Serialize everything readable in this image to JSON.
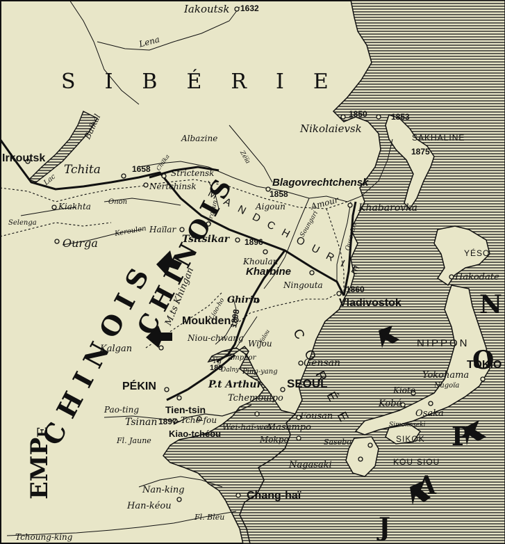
{
  "regions": {
    "siberie": [
      "S",
      "I",
      "B",
      "É",
      "R",
      "I",
      "E"
    ],
    "mandchourie": [
      "M",
      "A",
      "N",
      "D",
      "C",
      "H",
      "O",
      "U",
      "R",
      "I",
      "E"
    ],
    "coree": [
      "C",
      "O",
      "R",
      "É",
      "E"
    ],
    "empire_chinois": {
      "a": "EMP",
      "b": "E",
      "c": "CHINOIS"
    },
    "japon": [
      "J",
      "A",
      "P",
      "O",
      "N"
    ]
  },
  "islands": {
    "sakhaline": "SAKHALINE",
    "yeso": "YÉSO",
    "nippon": "NIPPON",
    "sikok": "SIKOK",
    "kou_siou": "KOU-SIOU"
  },
  "cities_bold": {
    "irkoutsk": "Irkoutsk",
    "blago": "Blagovrechtchensk",
    "vladivostok": "Vladivostok",
    "kharbine": "Kharbine",
    "moukden": "Moukden",
    "pekin": "PÉKIN",
    "tientsin": "Tien-tsin",
    "seoul": "SEOUL",
    "tokio": "TOKIO",
    "changhai": "Chang-haï",
    "kiaotcheou": "Kiao-tchéou"
  },
  "cities_italic": {
    "iakoutsk": "Iakoutsk",
    "tchita": "Tchita",
    "nertchinsk": "Nertchinsk",
    "striensk": "Strictensk",
    "albazine": "Albazine",
    "aigoun": "Aigoun",
    "nikolaievsk": "Nikolaievsk",
    "khabarovka": "Khabarovka",
    "kiakhta": "Kiakhta",
    "ourga": "Ourga",
    "hailar": "Haïlar",
    "tsitsikar": "Tsitsikar",
    "khoulan": "Khoulan",
    "ningouta": "Ningouta",
    "ghirin": "Ghirin",
    "niou": "Niou-chwang",
    "kalgan": "Kalgan",
    "wijou": "Wijou",
    "ping": "Ping-yang",
    "gensan": "Gensan",
    "paoting": "Pao-ting",
    "portarthur": "P.t Arthur",
    "tchemoulpo": "Tchemoulpo",
    "tchefou": "Tché-fou",
    "weihaiwei": "Wei-haï-weï",
    "tsinan": "Tsinan",
    "fousan": "Fousan",
    "masampo": "Masampo",
    "mokpo": "Mokpo",
    "sasebo": "Sasebo",
    "nagasaki": "Nagasaki",
    "kobe": "Kobé",
    "osaka": "Osaka",
    "kioto": "Kioto",
    "yokohama": "Yokohama",
    "nagoia": "Nagoïa",
    "simonoseki": "Simonoseki",
    "hakodate": "Hakodate",
    "nanking": "Nan-king",
    "hankeou": "Han-kéou",
    "tchoungking": "Tchoung-king",
    "dalny": "Dalny"
  },
  "rivers": {
    "lena": "Lena",
    "baikal": "Baïkal",
    "lac": "Lac",
    "onon": "Onon",
    "selenga": "Selenga",
    "keroulen": "Keroulen",
    "amour": "Amour",
    "soungari": "Soungari",
    "oussouri": "Oussouri",
    "zeia": "Zéïa",
    "argoun": "Argoun",
    "chilka": "Chilka",
    "liao": "Liao-ho",
    "yalou": "Yalou",
    "jaune": "Fl. Jaune",
    "bleu": "Fl. Bleu",
    "khingan": "M.ts Khingan",
    "yg": "Yg",
    "amphore": "Amphor"
  },
  "dates": {
    "d1632": "1632",
    "d1658": "1658",
    "d1850": "1850",
    "d1853": "1853",
    "d1875": "1875",
    "d1858": "1858",
    "d1896": "1896",
    "d1860": "1860",
    "d1898": "1898",
    "d1894": "189",
    "d1897": "1897"
  },
  "colors": {
    "land": "#e8e6c8",
    "ink": "#111111",
    "sea_hatch": "#222222"
  }
}
